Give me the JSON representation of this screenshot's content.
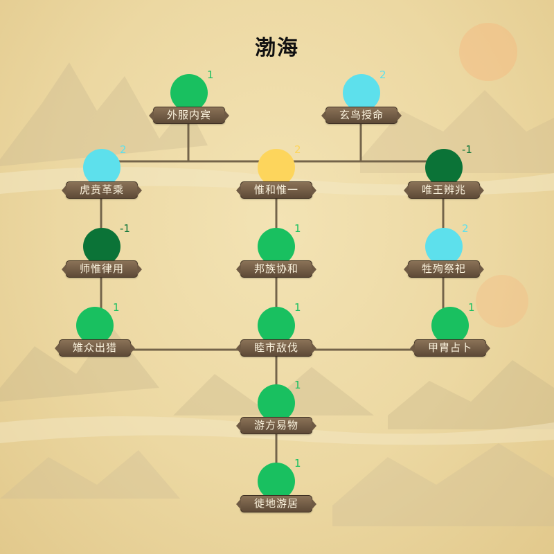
{
  "title": "渤海",
  "colors": {
    "green": "#19c060",
    "darkgreen": "#0b7337",
    "cyan": "#5de0ec",
    "yellow": "#fdd55c",
    "line": "#74644a"
  },
  "nodes": [
    {
      "id": "waifu-neibin",
      "label": "外服内宾",
      "cost": "1",
      "color": "green"
    },
    {
      "id": "xuanniao-shouming",
      "label": "玄鸟授命",
      "cost": "2",
      "color": "cyan"
    },
    {
      "id": "huben-gecheng",
      "label": "虎贲革乘",
      "cost": "2",
      "color": "cyan"
    },
    {
      "id": "weihe-weiyi",
      "label": "惟和惟一",
      "cost": "2",
      "color": "yellow"
    },
    {
      "id": "weiwang-bianzhao",
      "label": "唯王辨兆",
      "cost": "-1",
      "color": "darkgreen"
    },
    {
      "id": "shiwei-lvyong",
      "label": "师惟律用",
      "cost": "-1",
      "color": "darkgreen"
    },
    {
      "id": "bangzu-xiehe",
      "label": "邦族协和",
      "cost": "1",
      "color": "green"
    },
    {
      "id": "shengxun-jisi",
      "label": "牲殉祭祀",
      "cost": "2",
      "color": "cyan"
    },
    {
      "id": "zhongzhong-chulie",
      "label": "雉众出猎",
      "cost": "1",
      "color": "green"
    },
    {
      "id": "mushi-difa",
      "label": "睦市敌伐",
      "cost": "1",
      "color": "green"
    },
    {
      "id": "jiazhou-zhanbu",
      "label": "甲胄占卜",
      "cost": "1",
      "color": "green"
    },
    {
      "id": "youfang-yiwu",
      "label": "游方易物",
      "cost": "1",
      "color": "green"
    },
    {
      "id": "xidi-youju",
      "label": "徙地游居",
      "cost": "1",
      "color": "green"
    }
  ]
}
